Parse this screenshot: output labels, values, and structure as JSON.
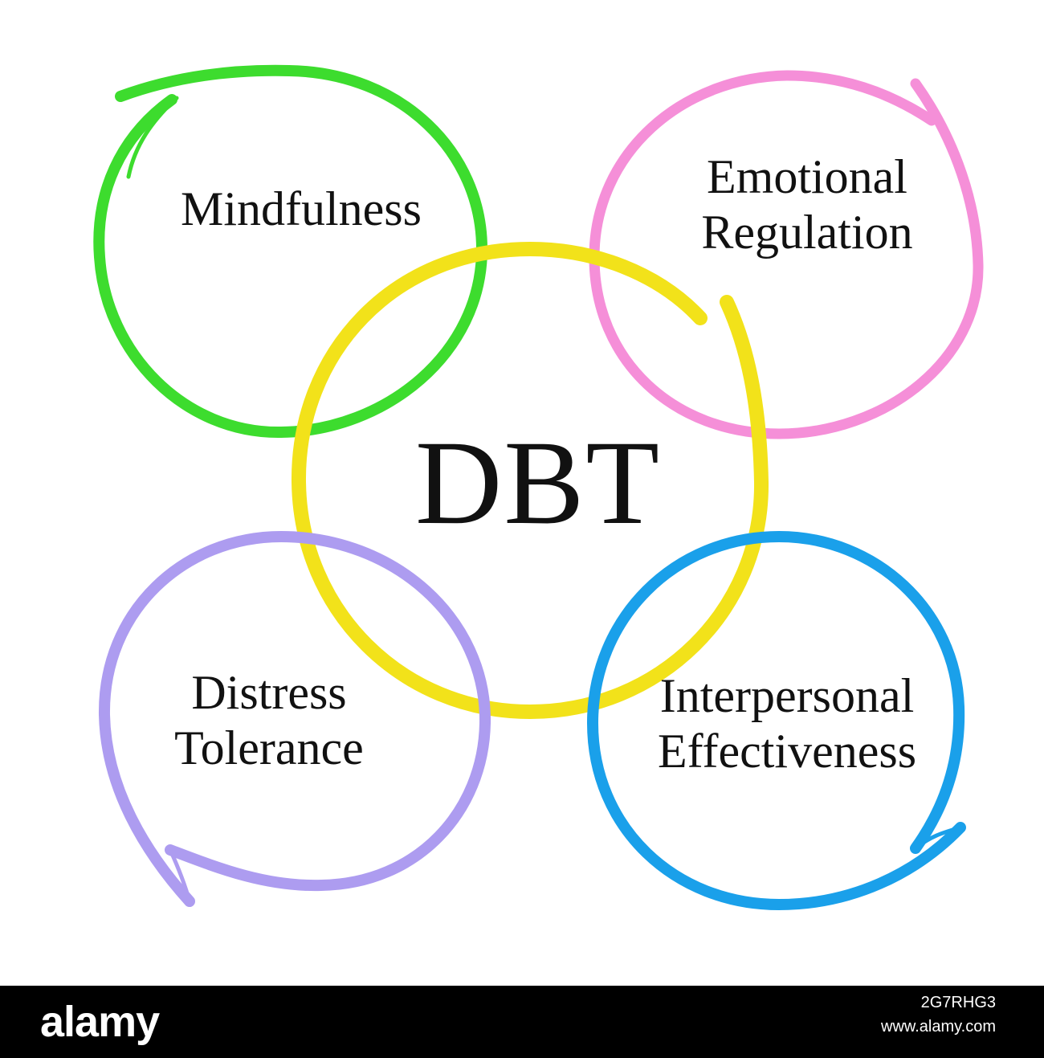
{
  "diagram": {
    "center": {
      "text": "DBT",
      "color": "#f2e21a"
    },
    "nodes": [
      {
        "id": "mindfulness",
        "lines": [
          "Mindfulness"
        ],
        "color": "#3ddc2e"
      },
      {
        "id": "emotional",
        "lines": [
          "Emotional",
          "Regulation"
        ],
        "color": "#f58fd8"
      },
      {
        "id": "distress",
        "lines": [
          "Distress",
          "Tolerance"
        ],
        "color": "#ad9cf0"
      },
      {
        "id": "interpersonal",
        "lines": [
          "Interpersonal",
          "Effectiveness"
        ],
        "color": "#1aa0ea"
      }
    ]
  },
  "footer": {
    "logo": "alamy",
    "image_id": "2G7RHG3",
    "url": "www.alamy.com"
  }
}
